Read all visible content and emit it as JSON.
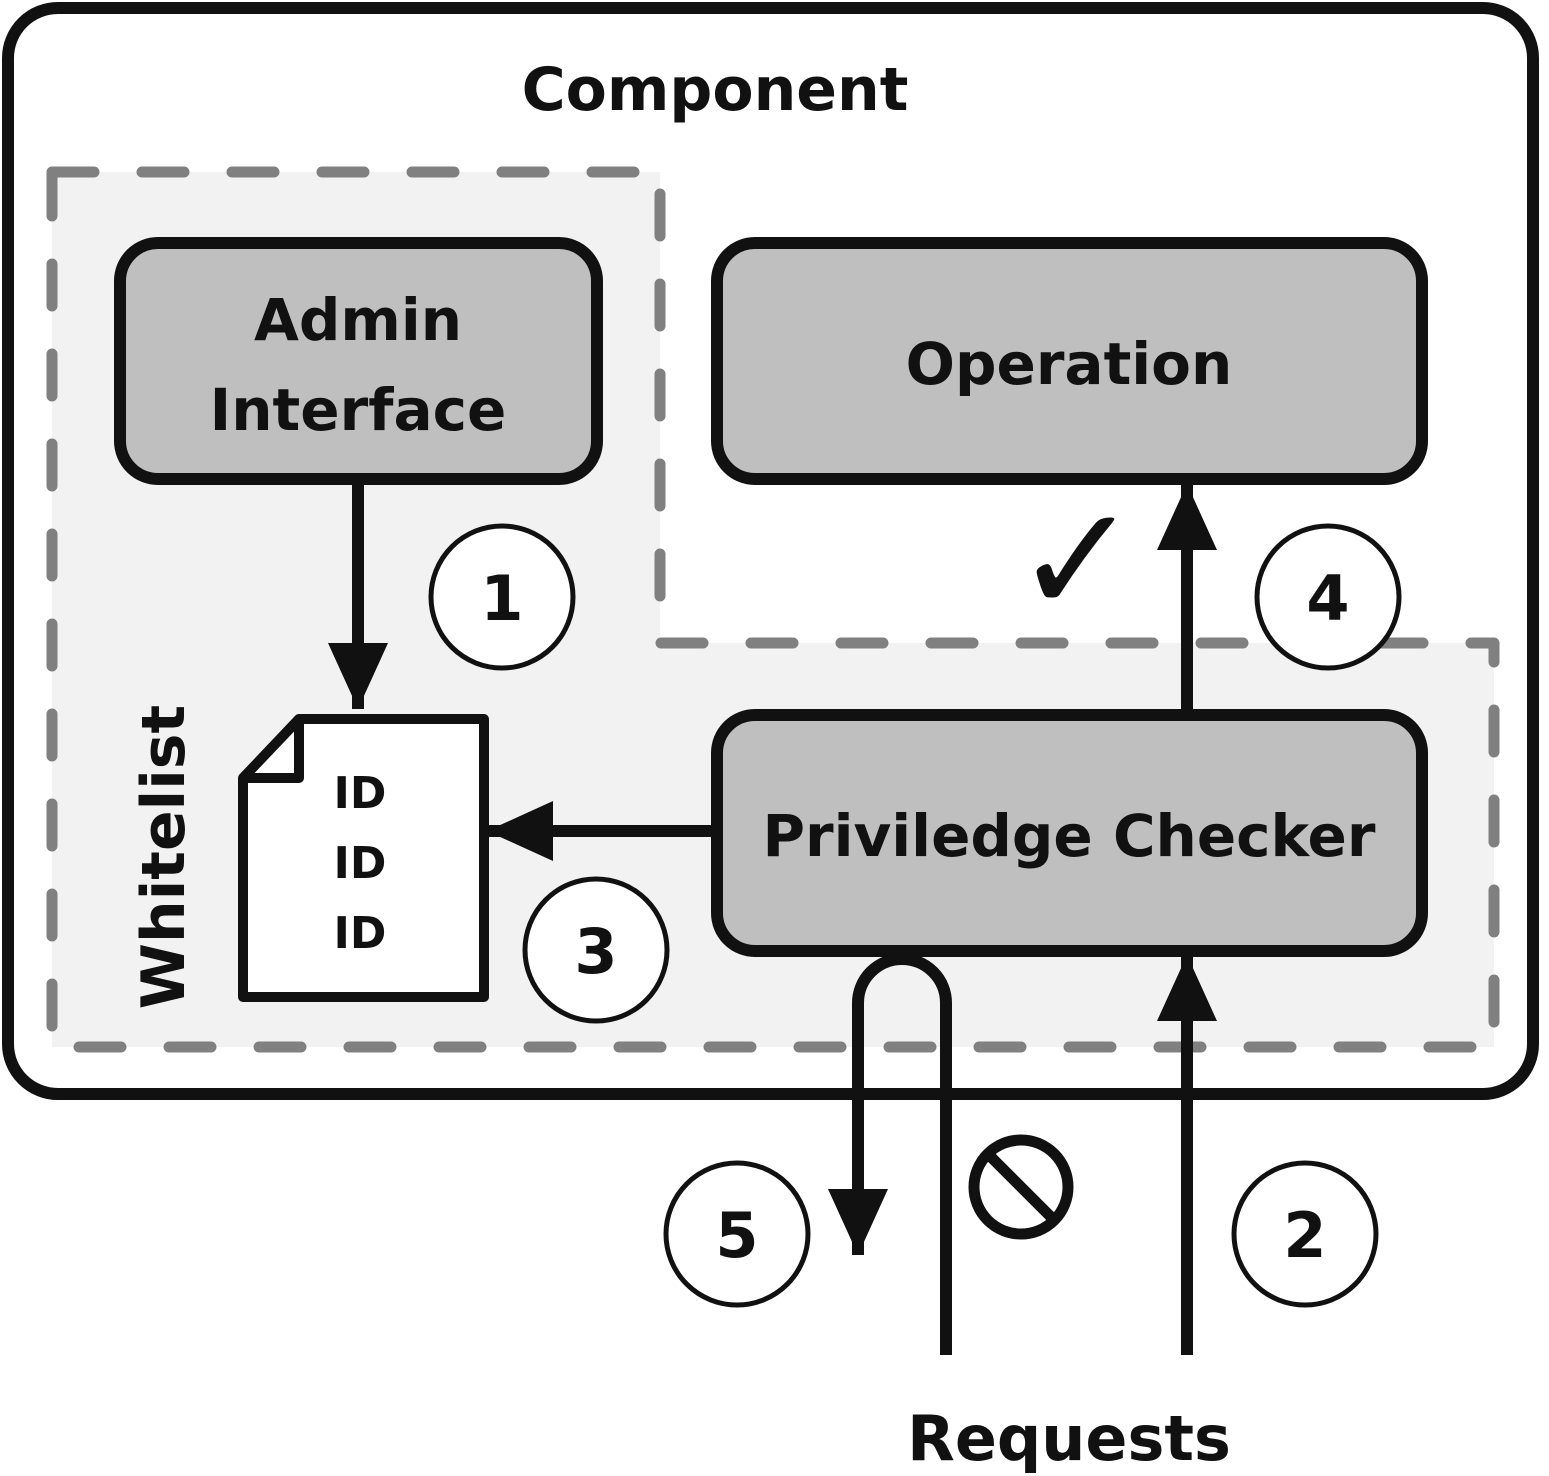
{
  "diagram": {
    "container_title": "Component",
    "whitelist_label": "Whitelist",
    "admin_interface_label": [
      "Admin",
      "Interface"
    ],
    "operation_label": "Operation",
    "checker_label": "Priviledge Checker",
    "document_entries": [
      "ID",
      "ID",
      "ID"
    ],
    "requests_label": "Requests",
    "steps": [
      "1",
      "2",
      "3",
      "4",
      "5"
    ],
    "allowed_symbol": "✓",
    "denied_symbol": "no-entry-icon"
  },
  "colors": {
    "outline": "#111111",
    "box_fill": "#bfbfbf",
    "zone_fill": "#f2f2f2",
    "zone_dash": "#808080",
    "background": "#ffffff"
  }
}
